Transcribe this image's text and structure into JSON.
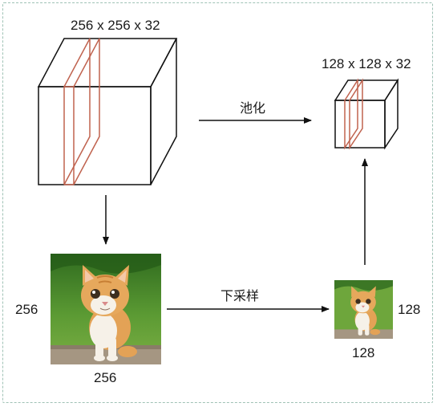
{
  "labels": {
    "big_cube_dims": "256 x 256 x 32",
    "small_cube_dims": "128 x 128 x 32",
    "pooling": "池化",
    "downsample": "下采样",
    "big_img_height": "256",
    "big_img_width": "256",
    "small_img_height": "128",
    "small_img_width": "128"
  },
  "image_description": "orange-white kitten sitting on wooden log in grass",
  "colors": {
    "slice_stroke": "#c0634f",
    "cube_stroke": "#111111",
    "frame_border": "#9fc2b5",
    "grass": "#4f8a2c",
    "kitten_orange": "#e0a050",
    "kitten_white": "#f6f1e8",
    "log": "#a08f7a"
  }
}
